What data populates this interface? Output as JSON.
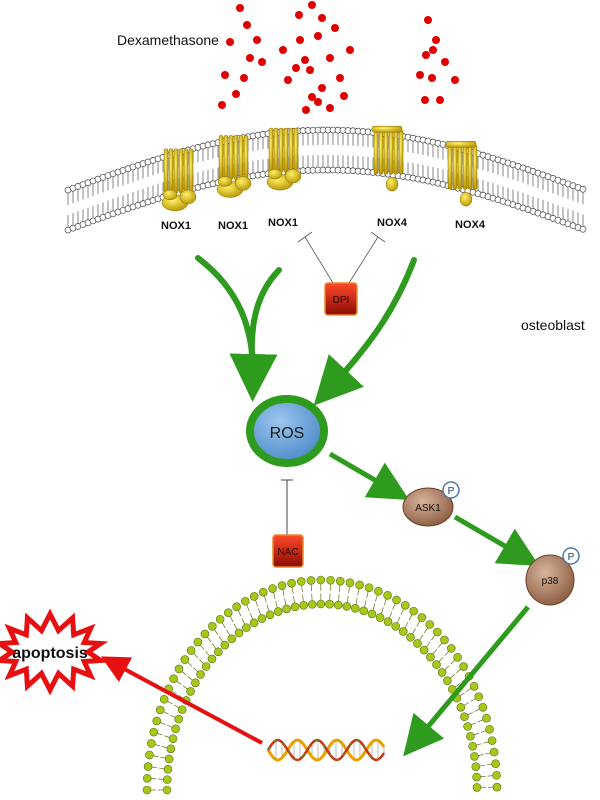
{
  "labels": {
    "drug": "Dexamethasone",
    "cell": "osteoblast",
    "ros": "ROS",
    "ask1": "ASK1",
    "p38": "p38",
    "phospho": "P",
    "dpi": "DPI",
    "nac": "NAC",
    "outcome": "apoptosis"
  },
  "enzymes": [
    "NOX1",
    "NOX1",
    "NOX1",
    "NOX4",
    "NOX4"
  ],
  "colors": {
    "activation_arrow": "#2e9b1e",
    "apoptosis_arrow": "#e61010",
    "ros_fill": "#5b9bd5",
    "ros_ring": "#2e9b1e",
    "inhibitor_box": "#c0180c",
    "kinase": "#9a7055",
    "protein": "#d8b81a",
    "drug_dot": "#e00000"
  }
}
